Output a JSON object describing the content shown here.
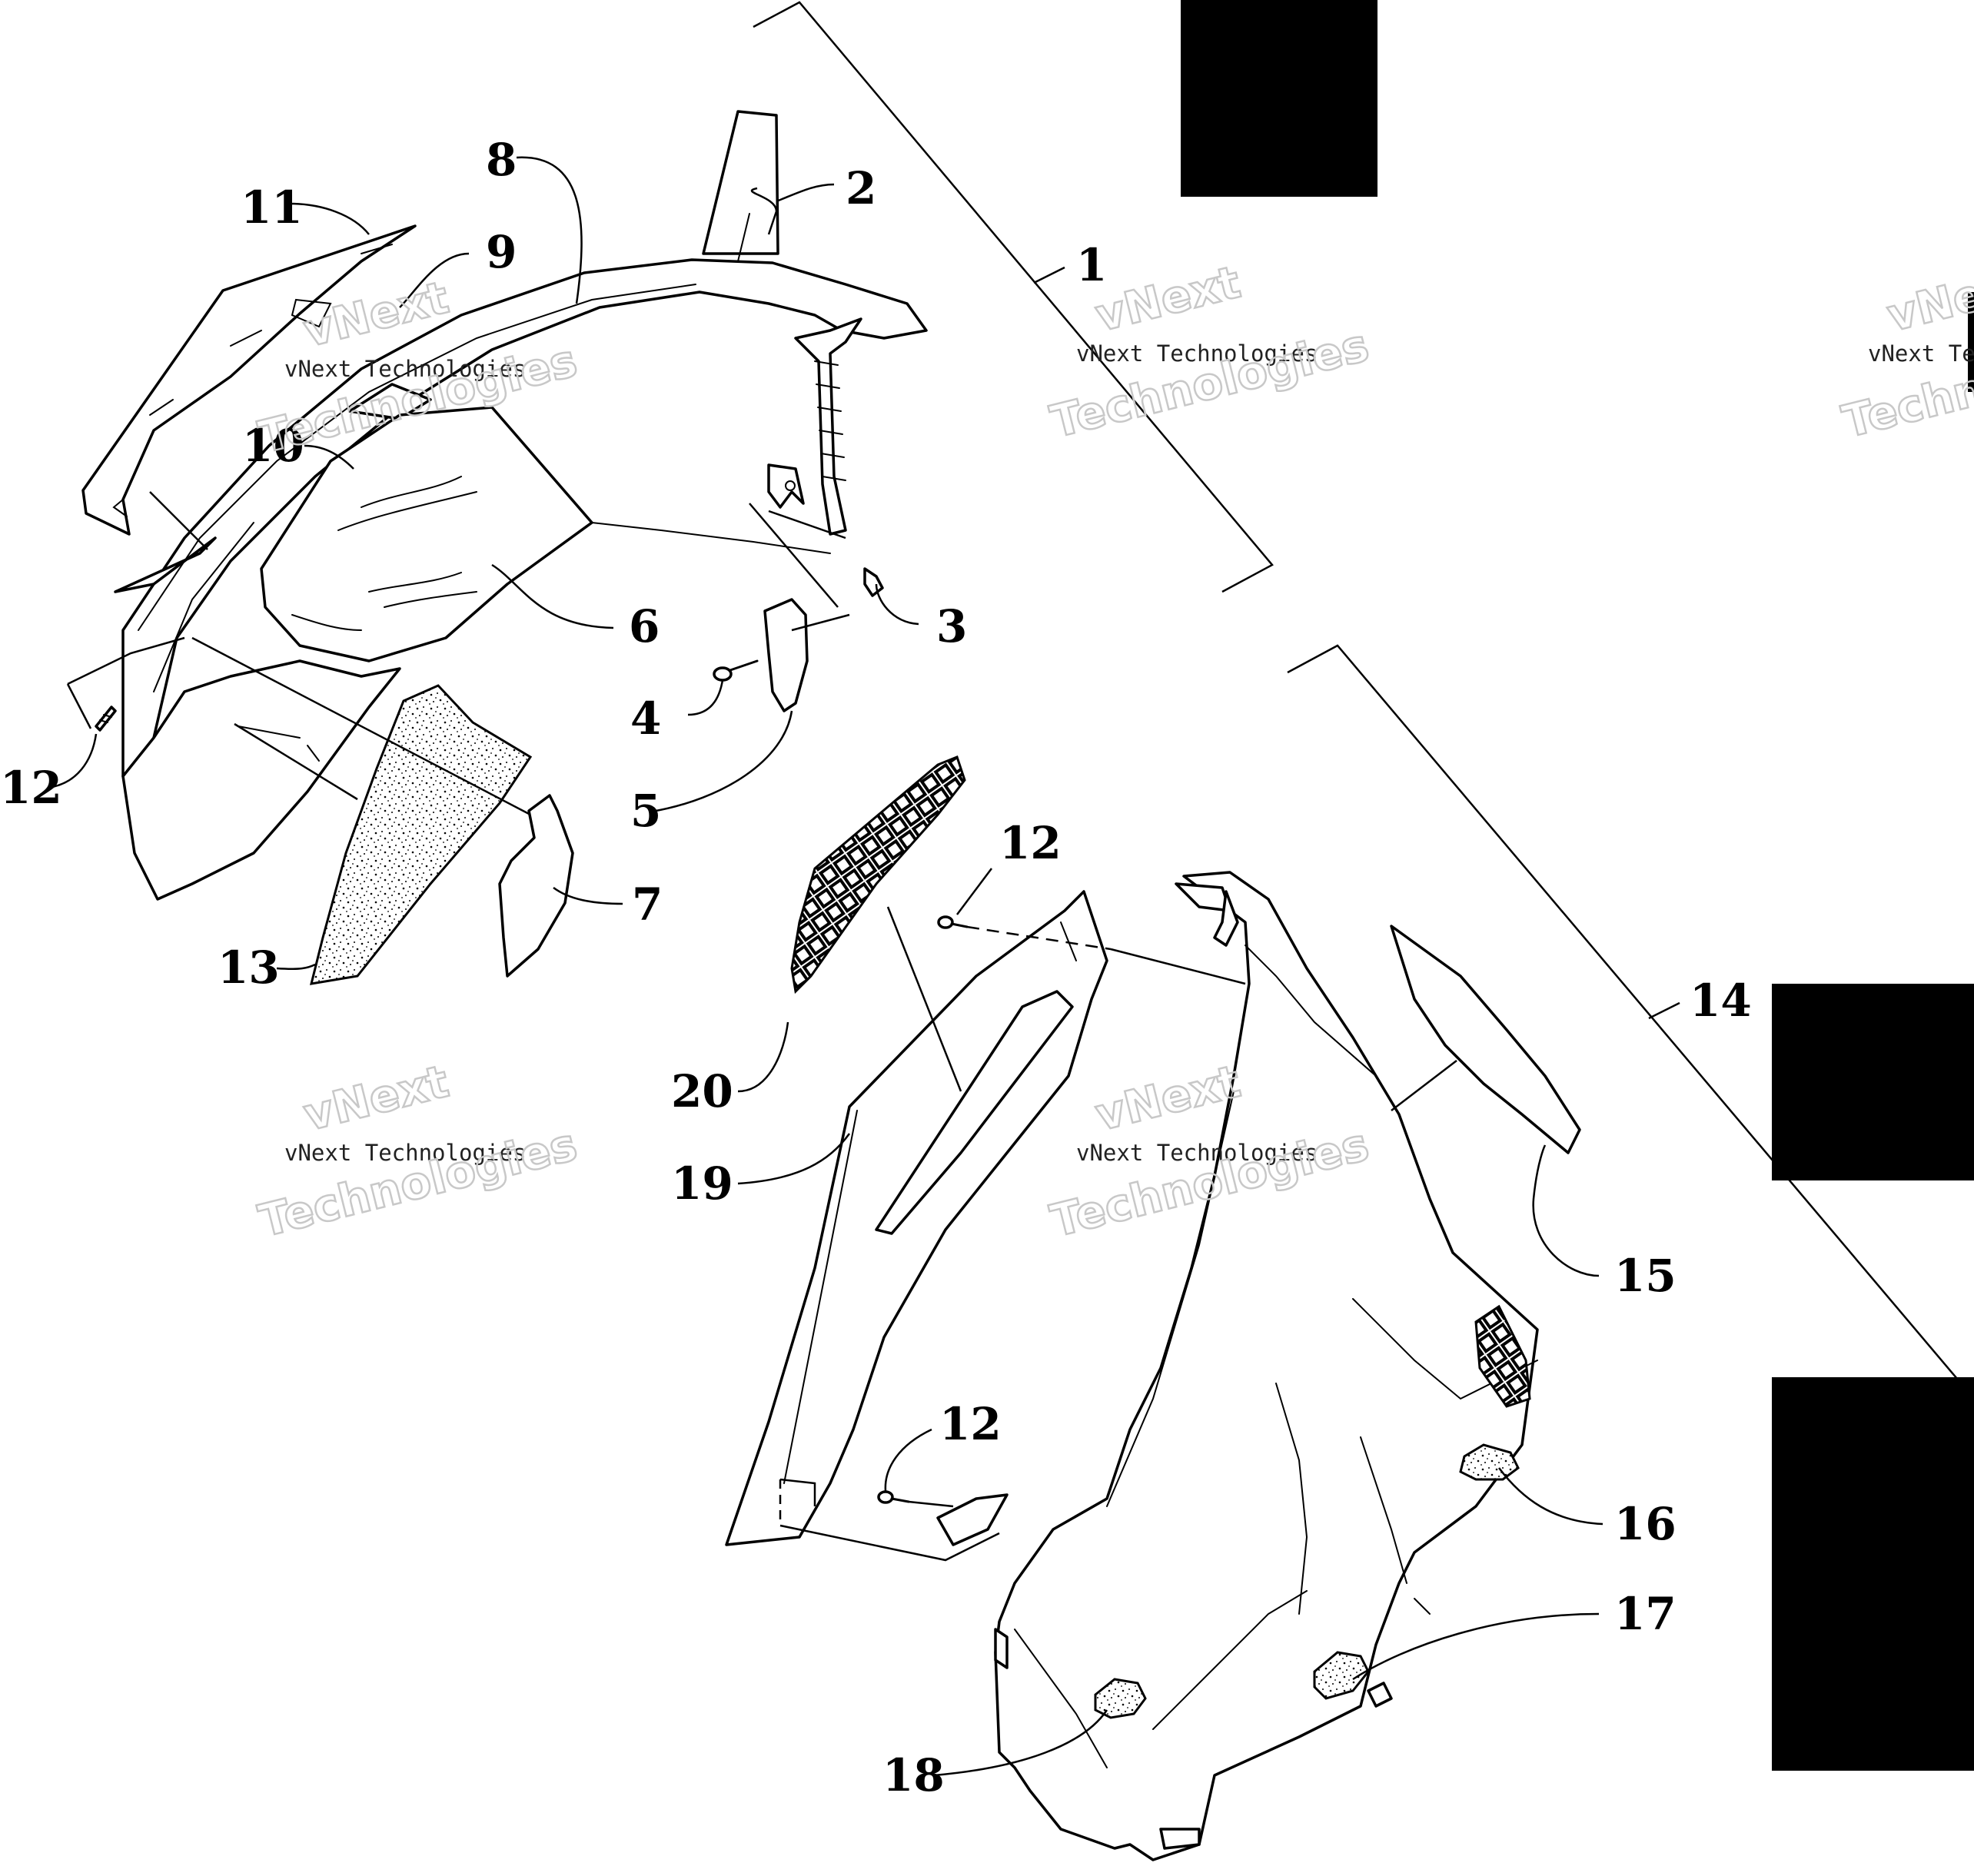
{
  "diagram": {
    "callouts": [
      {
        "id": "1",
        "text": "1"
      },
      {
        "id": "2",
        "text": "2"
      },
      {
        "id": "3",
        "text": "3"
      },
      {
        "id": "4",
        "text": "4"
      },
      {
        "id": "5",
        "text": "5"
      },
      {
        "id": "6",
        "text": "6"
      },
      {
        "id": "7",
        "text": "7"
      },
      {
        "id": "8",
        "text": "8"
      },
      {
        "id": "9",
        "text": "9"
      },
      {
        "id": "10",
        "text": "10"
      },
      {
        "id": "11",
        "text": "11"
      },
      {
        "id": "12a",
        "text": "12"
      },
      {
        "id": "12b",
        "text": "12"
      },
      {
        "id": "12c",
        "text": "12"
      },
      {
        "id": "13",
        "text": "13"
      },
      {
        "id": "14",
        "text": "14"
      },
      {
        "id": "15",
        "text": "15"
      },
      {
        "id": "16",
        "text": "16"
      },
      {
        "id": "17",
        "text": "17"
      },
      {
        "id": "18",
        "text": "18"
      },
      {
        "id": "19",
        "text": "19"
      },
      {
        "id": "20",
        "text": "20"
      }
    ],
    "watermark": {
      "line1": "vNext Technologies",
      "line2_top": "vNext",
      "line2_bottom": "Technologies"
    },
    "colors": {
      "ink": "#000000",
      "background": "#ffffff",
      "watermark": "#c8c8c8"
    }
  }
}
